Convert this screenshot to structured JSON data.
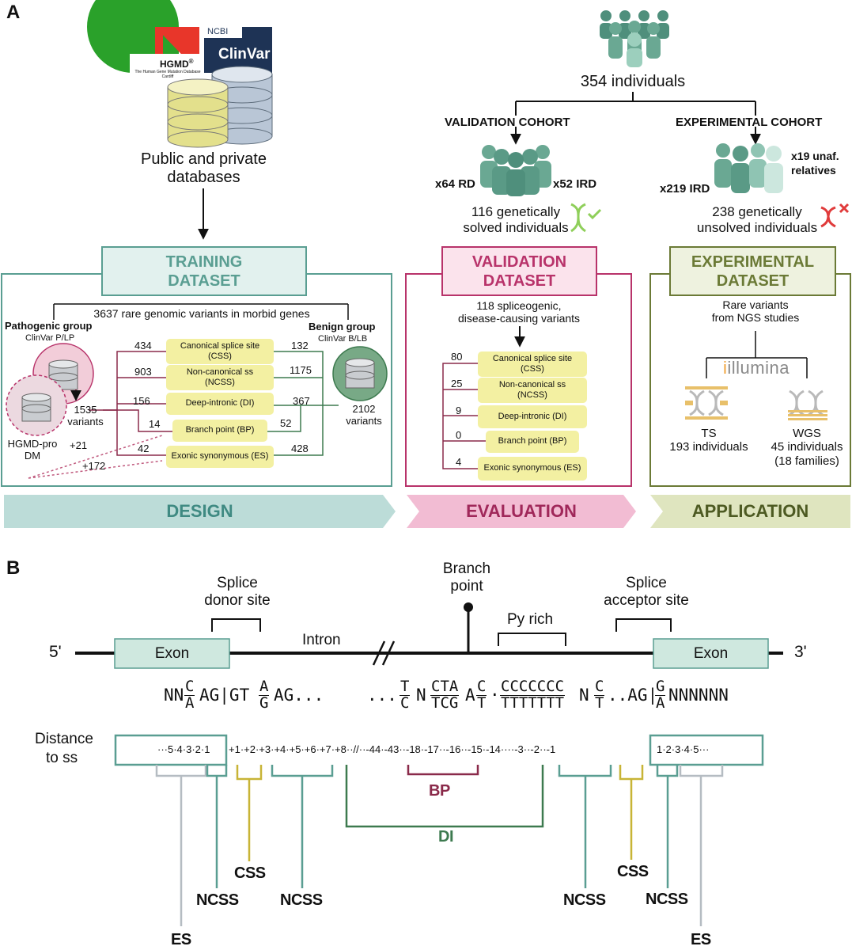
{
  "panelA": {
    "label": "A",
    "logos": {
      "hgmd": "HGMD",
      "hgmd_reg": "®",
      "hgmd_sub1": "The Human Gene Mutation Database",
      "hgmd_sub2": "Cardiff",
      "ncbi": "NCBI",
      "clinvar": "ClinVar"
    },
    "databases_label_1": "Public and private",
    "databases_label_2": "databases",
    "individuals": "354 individuals",
    "validation_cohort": "VALIDATION COHORT",
    "experimental_cohort": "EXPERIMENTAL COHORT",
    "x64rd": "x64 RD",
    "x52ird": "x52 IRD",
    "x219ird": "x219 IRD",
    "x19_1": "x19 unaf.",
    "x19_2": "relatives",
    "solved_1": "116 genetically",
    "solved_2": "solved individuals",
    "unsolved_1": "238 genetically",
    "unsolved_2": "unsolved individuals",
    "training": {
      "title_1": "TRAINING",
      "title_2": "DATASET",
      "summary": "3637 rare genomic variants in morbid genes",
      "pathogenic": "Pathogenic group",
      "pathogenic_sub": "ClinVar P/LP",
      "benign": "Benign group",
      "benign_sub": "ClinVar B/LB",
      "path_count_1": "1535",
      "path_count_2": "variants",
      "benign_count_1": "2102",
      "benign_count_2": "variants",
      "hgmdpro_1": "HGMD-pro",
      "hgmdpro_2": "DM",
      "plus21": "+21",
      "plus172": "+172",
      "categories": [
        {
          "l1": "Canonical splice site",
          "l2": "(CSS)",
          "left": "434",
          "right": "132"
        },
        {
          "l1": "Non-canonical ss",
          "l2": "(NCSS)",
          "left": "903",
          "right": "1175"
        },
        {
          "l1": "Deep-intronic (DI)",
          "l2": "",
          "left": "156",
          "right": "367"
        },
        {
          "l1": "Branch point (BP)",
          "l2": "",
          "left": "14",
          "right": "52"
        },
        {
          "l1": "Exonic synonymous (ES)",
          "l2": "",
          "left": "42",
          "right": "428"
        }
      ]
    },
    "validation": {
      "title_1": "VALIDATION",
      "title_2": "DATASET",
      "summary_1": "118 spliceogenic,",
      "summary_2": "disease-causing variants",
      "categories": [
        {
          "l1": "Canonical splice site",
          "l2": "(CSS)",
          "count": "80"
        },
        {
          "l1": "Non-canonical ss",
          "l2": "(NCSS)",
          "count": "25"
        },
        {
          "l1": "Deep-intronic (DI)",
          "l2": "",
          "count": "9"
        },
        {
          "l1": "Branch point (BP)",
          "l2": "",
          "count": "0"
        },
        {
          "l1": "Exonic synonymous (ES)",
          "l2": "",
          "count": "4"
        }
      ]
    },
    "experimental": {
      "title_1": "EXPERIMENTAL",
      "title_2": "DATASET",
      "summary_1": "Rare variants",
      "summary_2": "from NGS studies",
      "illumina": "illumina",
      "ts": "TS",
      "ts_count": "193 individuals",
      "wgs": "WGS",
      "wgs_count": "45 individuals",
      "wgs_fam": "(18 families)"
    },
    "bands": {
      "design": "DESIGN",
      "evaluation": "EVALUATION",
      "application": "APPLICATION"
    }
  },
  "panelB": {
    "label": "B",
    "donor_1": "Splice",
    "donor_2": "donor site",
    "branch_1": "Branch",
    "branch_2": "point",
    "acceptor_1": "Splice",
    "acceptor_2": "acceptor site",
    "pyrich": "Py rich",
    "intron": "Intron",
    "exon_left": "Exon",
    "exon_right": "Exon",
    "five_prime": "5'",
    "three_prime": "3'",
    "seq": {
      "nn": "NN",
      "f1_top": "C",
      "f1_bot": "A",
      "ag_gt": "AG|GT",
      "f2_top": "A",
      "f2_bot": "G",
      "ag_dots": "AG...",
      "dots": "...",
      "f3_top": "T",
      "f3_bot": "C",
      "n1": "N",
      "f4_top": "CTA",
      "f4_bot": "TCG",
      "a1": "A",
      "f5_top": "C",
      "f5_bot": "T",
      "dot": "·",
      "f6_top": "CCCCCCC",
      "f6_bot": "TTTTTTT",
      "n2": "N",
      "f7_top": "C",
      "f7_bot": "T",
      "ag_bar": "..AG|",
      "f8_top": "G",
      "f8_bot": "A",
      "nnnnnn": "NNNNNN"
    },
    "distance_1": "Distance",
    "distance_2": "to ss",
    "pos_left": "···5·4·3·2·1",
    "pos_mid": "+1·+2·+3·+4·+5·+6·+7·+8··//··-44·-43··-18·-17··-16··-15·-14····-3··-2··-1",
    "pos_right": "1·2·3·4·5···",
    "labels": {
      "bp": "BP",
      "di": "DI",
      "css_l": "CSS",
      "css_r": "CSS",
      "ncss1": "NCSS",
      "ncss2": "NCSS",
      "ncss3": "NCSS",
      "ncss4": "NCSS",
      "es_l": "ES",
      "es_r": "ES"
    }
  },
  "colors": {
    "teal": "#5a9e92",
    "teal_fill": "#e2f1ee",
    "magenta": "#b8336a",
    "magenta_fill": "#fbe3ec",
    "olive": "#6b7a36",
    "olive_fill": "#eef2df",
    "yellow": "#f3f0a2",
    "dark_red": "#8a2a4a",
    "green": "#3d7a4f",
    "band_teal": "#bcdcd8",
    "band_pink": "#f2bcd3",
    "band_olive": "#dfe5bf",
    "grey": "#b5bcc2",
    "mustard": "#c8b436"
  }
}
